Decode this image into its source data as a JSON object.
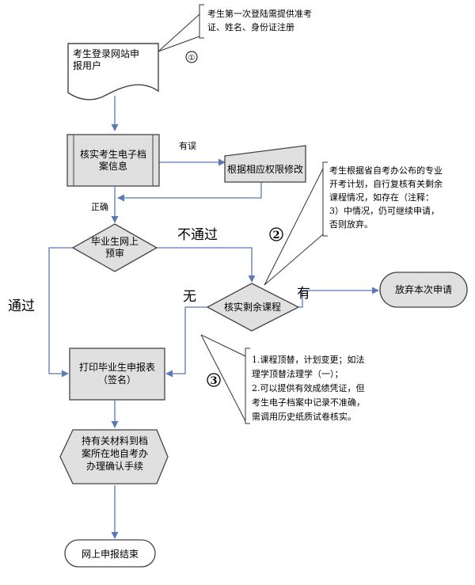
{
  "nodes": {
    "start_doc": [
      "考生登录网站申",
      "报用户"
    ],
    "verify": [
      "核实考生电子档",
      "案信息"
    ],
    "modify": [
      "根据相应权限修改"
    ],
    "precheck": [
      "毕业生网上",
      "预审"
    ],
    "remaining": [
      "核实剩余课程"
    ],
    "giveup": [
      "放弃本次申请"
    ],
    "print": [
      "打印毕业生申报表",
      "（签名）"
    ],
    "confirm": [
      "持有关材料到档",
      "案所在地自考办",
      "办理确认手续"
    ],
    "end": [
      "网上申报结束"
    ]
  },
  "edge_labels": {
    "wrong": "有误",
    "correct": "正确",
    "not_pass": "不通过",
    "pass": "通过",
    "none": "无",
    "has": "有"
  },
  "notes": {
    "n1": {
      "num": "①",
      "lines": [
        "考生第一次登陆需提供准考",
        "证、姓名、身份证注册"
      ]
    },
    "n2": {
      "num": "2",
      "lines": [
        "考生根据省自考办公布的专业",
        "开考计划，自行复核有关剩余",
        "课程情况，如存在（注释：",
        "3）中情况，仍可继续申请，",
        "否则放弃。"
      ]
    },
    "n3": {
      "num": "3",
      "lines": [
        "1.课程顶替，计划变更；如法",
        "理学顶替法理学（一）；",
        "2.可以提供有效成绩凭证，但",
        "考生电子档案中记录不准确，",
        "需调用历史纸质试卷核实。"
      ]
    }
  },
  "colors": {
    "node_fill": "#e0e0e0",
    "stroke": "#444444",
    "arrow": "#5b78b8",
    "leader": "#333333"
  }
}
